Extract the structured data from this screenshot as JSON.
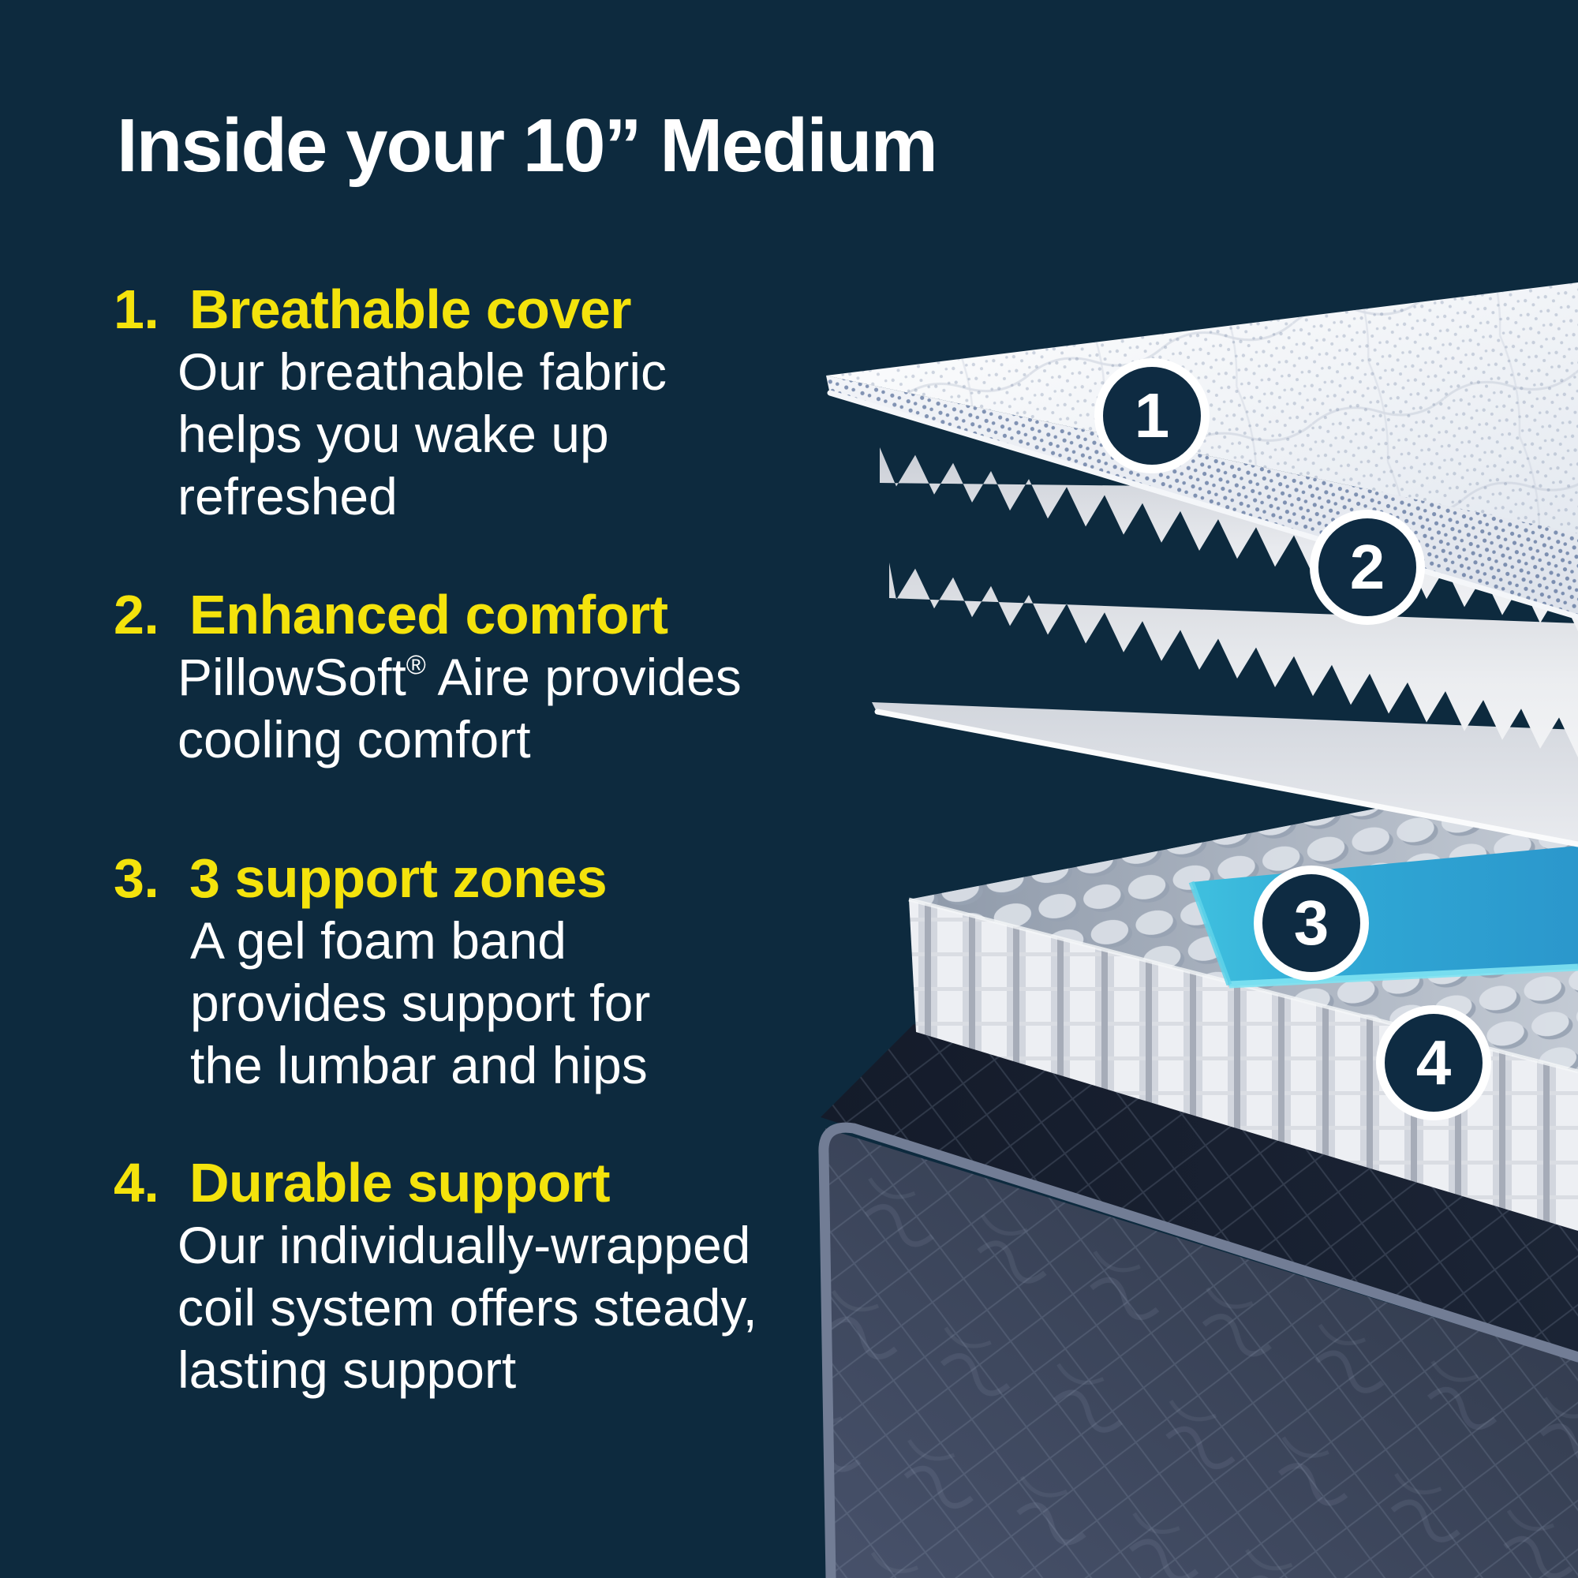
{
  "title": "Inside your 10” Medium",
  "sections": [
    {
      "number": "1.",
      "heading": "Breathable cover",
      "body": [
        "Our breathable fabric",
        "helps you wake up",
        "refreshed"
      ]
    },
    {
      "number": "2.",
      "heading": "Enhanced comfort",
      "body_line1": {
        "brand": "PillowSoft",
        "registered": "®",
        "rest": " Aire provides"
      },
      "body": [
        "cooling comfort"
      ]
    },
    {
      "number": "3.",
      "heading": "3 support zones",
      "body": [
        "A gel foam band",
        "provides support for",
        "the lumbar and hips"
      ]
    },
    {
      "number": "4.",
      "heading": "Durable support",
      "body": [
        "Our individually-wrapped",
        "coil system offers steady,",
        "lasting support"
      ]
    }
  ],
  "callouts": [
    {
      "label": "1"
    },
    {
      "label": "2"
    },
    {
      "label": "3"
    },
    {
      "label": "4"
    }
  ],
  "colors": {
    "background": "#0D2A3E",
    "accent_yellow": "#F4E30C",
    "text": "#FFFFFF",
    "badge_fill": "#0E2B42",
    "badge_ring": "#FFFFFF",
    "gel_cyan": "#35B9DD"
  }
}
